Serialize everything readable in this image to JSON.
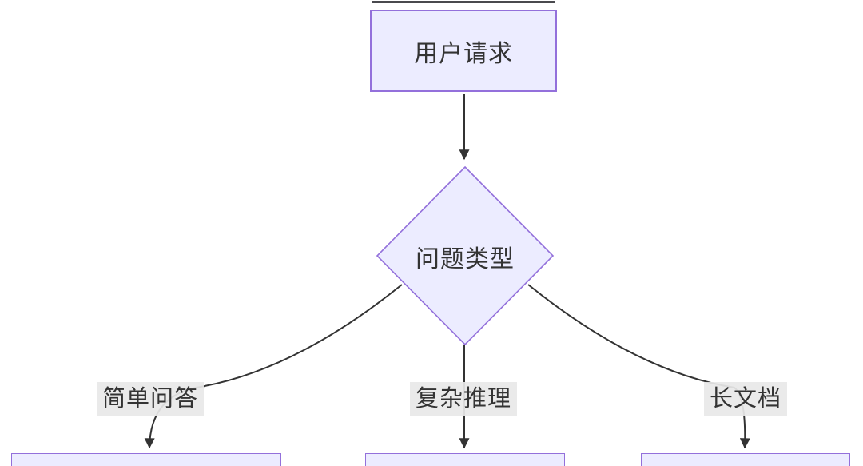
{
  "diagram": {
    "type": "flowchart",
    "direction": "top-down",
    "nodes": [
      {
        "id": "user-request",
        "shape": "rect",
        "label": "用户请求"
      },
      {
        "id": "question-type",
        "shape": "diamond",
        "label": "问题类型"
      }
    ],
    "branches": [
      {
        "edge_label": "简单问答"
      },
      {
        "edge_label": "复杂推理"
      },
      {
        "edge_label": "长文档"
      }
    ],
    "colors": {
      "node_fill": "#ECECFF",
      "node_border": "#9370DB",
      "edge_line": "#333333",
      "edge_label_bg": "#E8E8E8",
      "text": "#333333"
    }
  }
}
